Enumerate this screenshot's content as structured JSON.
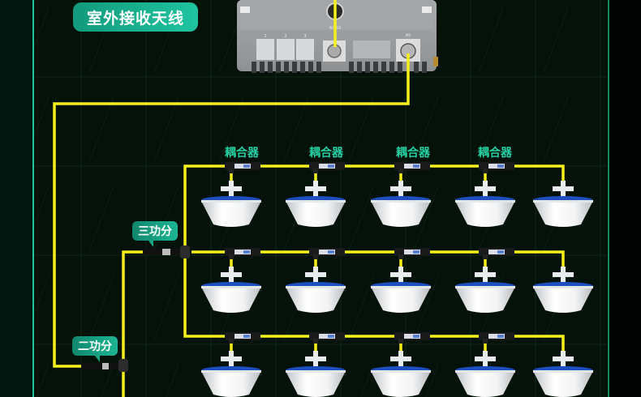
{
  "title": "室外接收天线",
  "labels": {
    "three_way_splitter": "三功分",
    "two_way_splitter": "二功分",
    "coupler": "耦合器"
  },
  "couplers": [
    {
      "label": "耦合器"
    },
    {
      "label": "耦合器"
    },
    {
      "label": "耦合器"
    },
    {
      "label": "耦合器"
    }
  ],
  "repeater": {
    "port_labels": [
      "1",
      "2",
      "3"
    ],
    "power_label": "POWER",
    "ms_label": "MS"
  },
  "antenna_rows": [
    {
      "row": 1,
      "antenna_count": 5
    },
    {
      "row": 2,
      "antenna_count": 5
    },
    {
      "row": 3,
      "antenna_count": 5
    }
  ],
  "colors": {
    "cable": "#f5f01a",
    "accent": "#1fc49a",
    "background": "#041209",
    "label_text": "#23d0a3",
    "antenna_blue": "#1e4fbf"
  }
}
